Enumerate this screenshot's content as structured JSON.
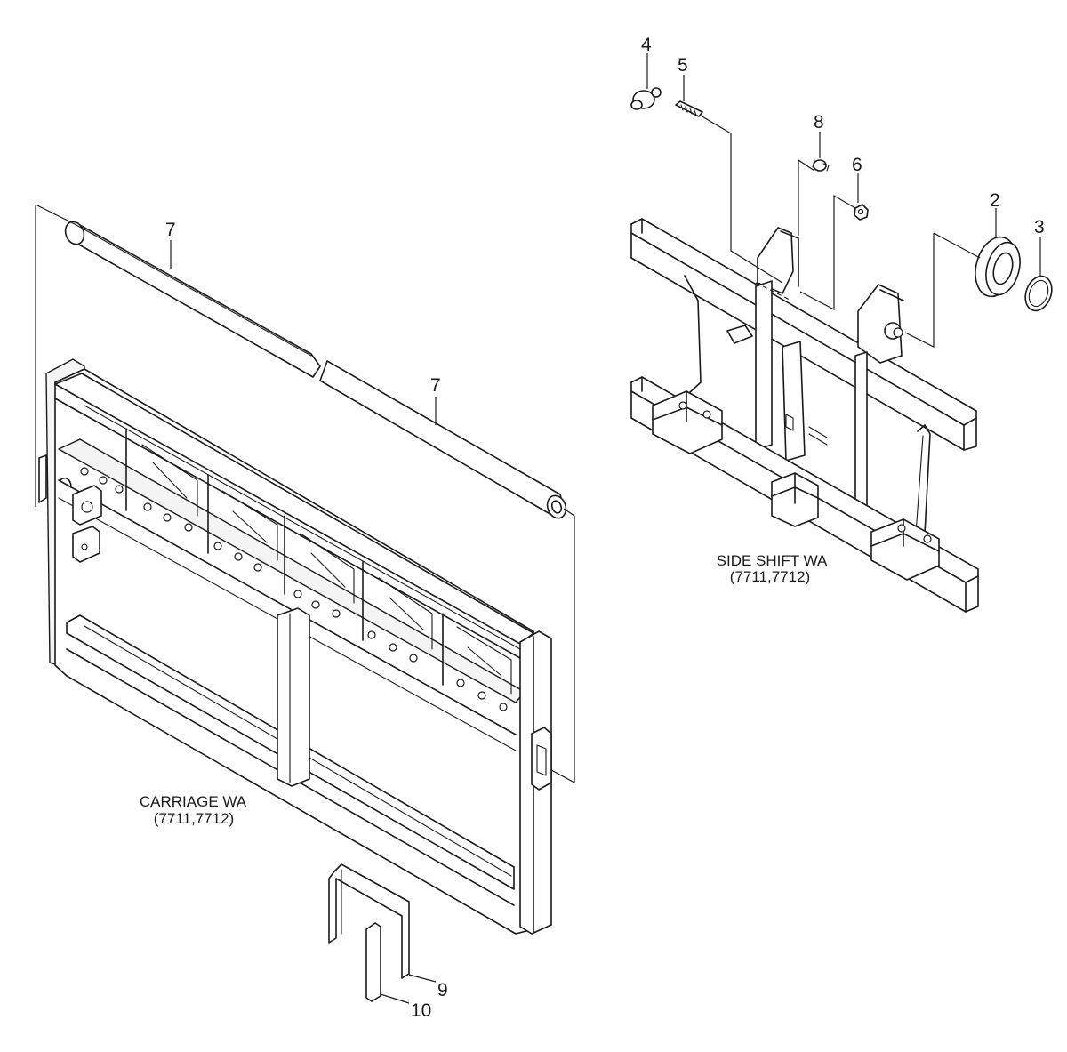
{
  "callouts": {
    "c2": "2",
    "c3": "3",
    "c4": "4",
    "c5": "5",
    "c6": "6",
    "c7a": "7",
    "c7b": "7",
    "c8": "8",
    "c9": "9",
    "c10": "10"
  },
  "captions": {
    "side_shift_title": "SIDE SHIFT WA",
    "side_shift_models": "(7711,7712)",
    "carriage_title": "CARRIAGE WA",
    "carriage_models": "(7711,7712)"
  }
}
